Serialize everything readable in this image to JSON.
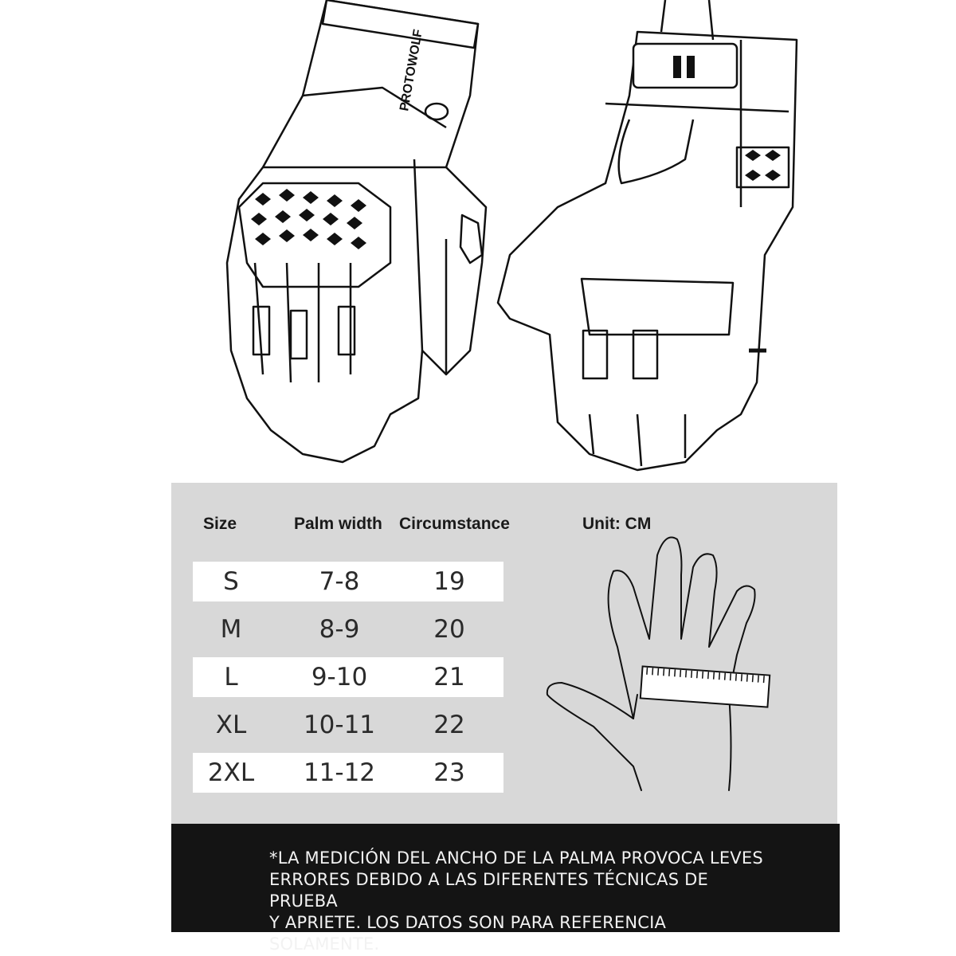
{
  "illustration": {
    "brand": "PROTOWOLF",
    "logo": "glove-line-drawing"
  },
  "size_chart": {
    "headers": {
      "size": "Size",
      "palm_width": "Palm width",
      "circumstance": "Circumstance"
    },
    "unit": "Unit: CM",
    "rows": [
      {
        "size": "S",
        "palm_width": "7-8",
        "circumstance": "19"
      },
      {
        "size": "M",
        "palm_width": "8-9",
        "circumstance": "20"
      },
      {
        "size": "L",
        "palm_width": "9-10",
        "circumstance": "21"
      },
      {
        "size": "XL",
        "palm_width": "10-11",
        "circumstance": "22"
      },
      {
        "size": "2XL",
        "palm_width": "11-12",
        "circumstance": "23"
      }
    ]
  },
  "note": {
    "line1": "*LA MEDICIÓN DEL ANCHO DE LA PALMA PROVOCA LEVES",
    "line2": "ERRORES DEBIDO A LAS DIFERENTES TÉCNICAS DE PRUEBA",
    "line3": "Y APRIETE. LOS DATOS SON PARA REFERENCIA SOLAMENTE."
  },
  "colors": {
    "panel": "#d8d8d8",
    "note_bg": "#141414",
    "row_bg": "#ffffff"
  }
}
